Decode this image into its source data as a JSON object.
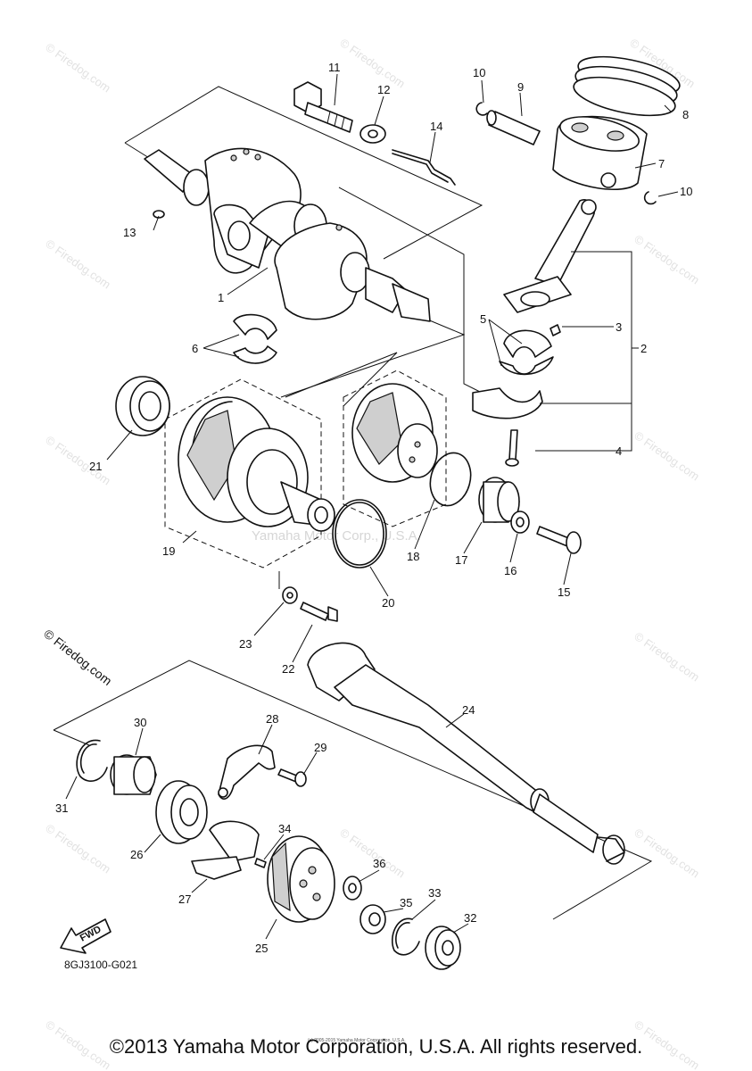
{
  "watermark": {
    "text": "© Firedog.com",
    "center_text": "Yamaha Motor Corp., U.S.A."
  },
  "callouts": [
    "1",
    "2",
    "3",
    "4",
    "5",
    "6",
    "7",
    "8",
    "9",
    "10",
    "10",
    "11",
    "12",
    "13",
    "14",
    "15",
    "16",
    "17",
    "18",
    "19",
    "20",
    "21",
    "22",
    "23",
    "24",
    "25",
    "26",
    "27",
    "28",
    "29",
    "30",
    "31",
    "32",
    "33",
    "34",
    "35",
    "36"
  ],
  "diagram_code": "8GJ3100-G021",
  "fwd_label": "FWD",
  "tiny_copyright": "(c) 2005-2015 Yamaha Motor Corporation, U.S.A.",
  "copyright": "©2013 Yamaha Motor Corporation, U.S.A. All rights reserved."
}
